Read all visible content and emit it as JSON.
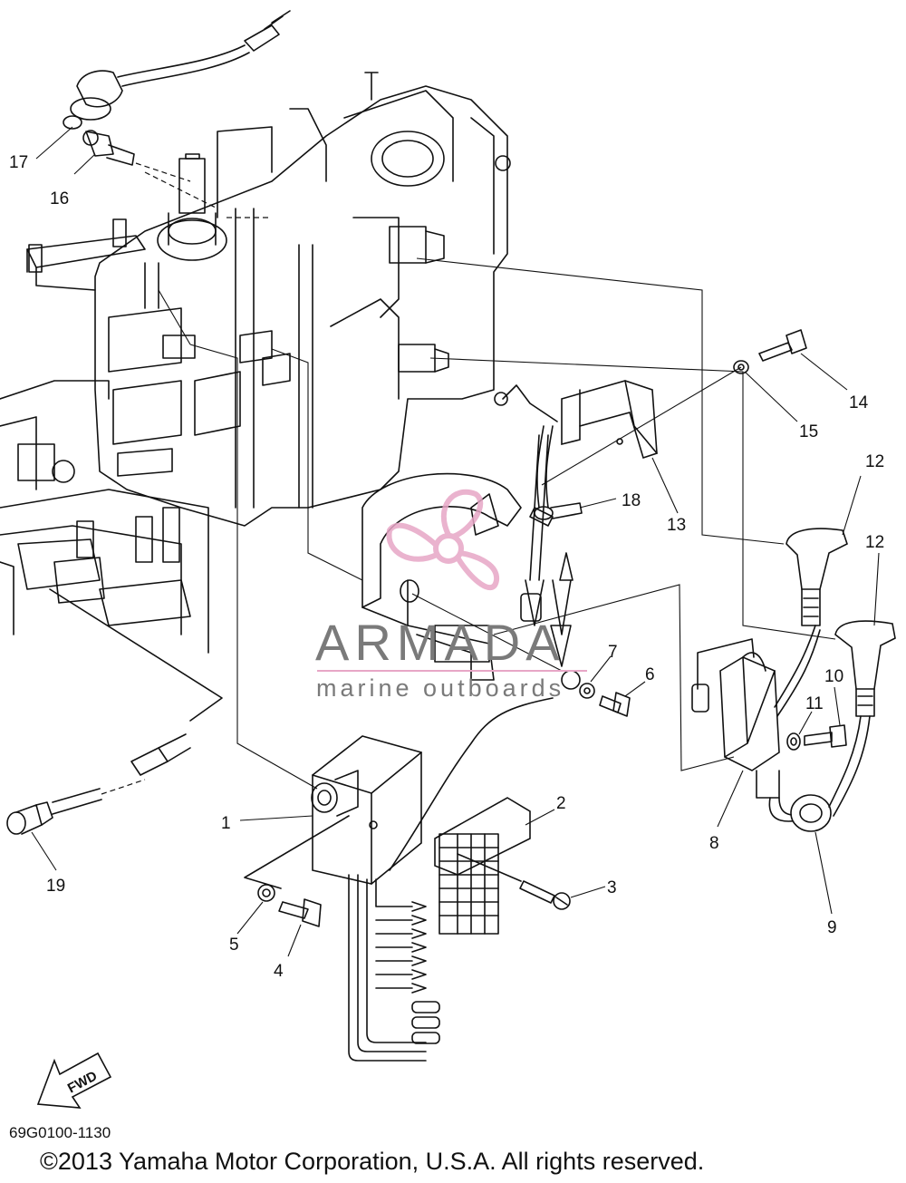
{
  "diagram_code": "69G0100-1130",
  "copyright": "©2013 Yamaha Motor Corporation, U.S.A. All rights reserved.",
  "watermark": {
    "title": "ARMADA",
    "subtitle": "marine outboards",
    "accent_color": "#e7a6c6",
    "text_color": "#7a7a7a"
  },
  "fwd_label": "FWD",
  "callouts": [
    "1",
    "2",
    "3",
    "4",
    "5",
    "6",
    "7",
    "8",
    "9",
    "10",
    "11",
    "12",
    "12",
    "13",
    "14",
    "15",
    "16",
    "17",
    "18",
    "19"
  ]
}
